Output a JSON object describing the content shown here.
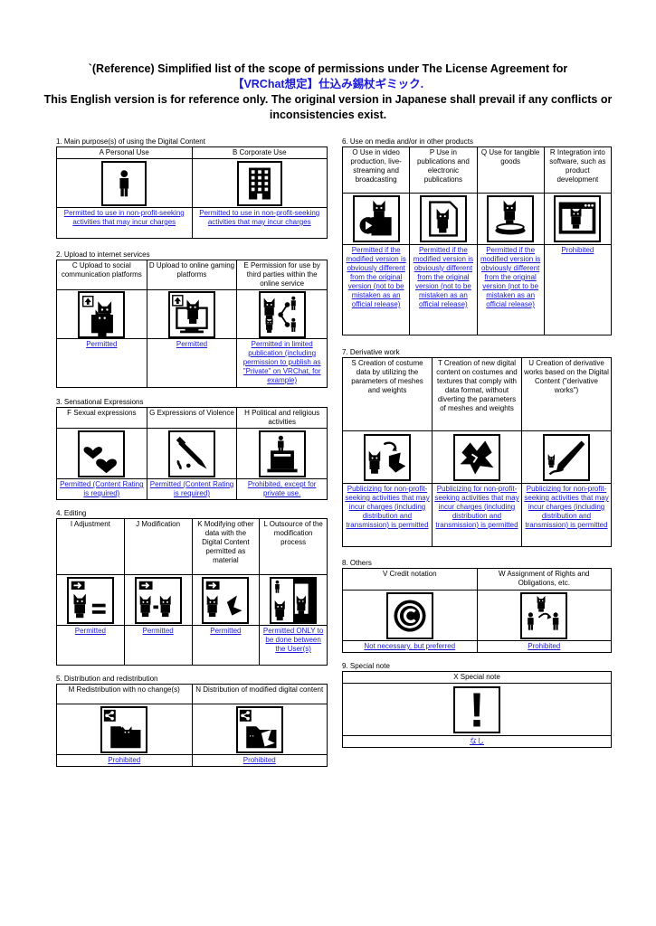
{
  "header": {
    "line1": "`(Reference) Simplified list of the scope of permissions under The License Agreement for",
    "line2": "【VRChat想定】仕込み錫杖ギミック.",
    "line3": "This English version is for reference only. The original version in Japanese shall prevail if any conflicts or",
    "line4": "inconsistencies exist."
  },
  "s1": {
    "label": "1. Main purpose(s) of using the Digital Content",
    "cols": [
      {
        "head": "A Personal Use",
        "perm": "Permitted to use in non-profit-seeking activities that may incur charges",
        "icon": "person-icon"
      },
      {
        "head": "B  Corporate Use",
        "perm": "Permitted to use in non-profit-seeking activities that may incur charges",
        "icon": "building-icon"
      }
    ]
  },
  "s2": {
    "label": "2. Upload to internet services",
    "cols": [
      {
        "head": "C Upload to social communication platforms",
        "perm": "Permitted",
        "icon": "upload-avatar-icon"
      },
      {
        "head": "D Upload to online gaming platforms",
        "perm": "Permitted",
        "icon": "upload-monitor-icon"
      },
      {
        "head": "E Permission for use by third parties within the online service",
        "perm": "Permitted in limited publication (including permission to publish as \"Private\" on VRChat, for example)",
        "icon": "share-users-icon"
      }
    ]
  },
  "s3": {
    "label": "3. Sensational Expressions",
    "cols": [
      {
        "head": "F Sexual expressions",
        "perm": "Permitted (Content Rating is required)",
        "icon": "hearts-icon"
      },
      {
        "head": "G Expressions of Violence",
        "perm": "Permitted (Content Rating is required)",
        "icon": "knife-icon"
      },
      {
        "head": "H Political and religious activities",
        "perm": "Prohibited, except for private use.",
        "icon": "podium-icon"
      }
    ]
  },
  "s4": {
    "label": "4. Editing",
    "cols": [
      {
        "head": "I Adjustment",
        "perm": "Permitted",
        "icon": "adjust-icon"
      },
      {
        "head": "J Modification",
        "perm": "Permitted",
        "icon": "modify-icon"
      },
      {
        "head": "K Modifying other data with the Digital Content permitted as material",
        "perm": "Permitted",
        "icon": "combine-icon"
      },
      {
        "head": "L Outsource of the modification process",
        "perm": "Permitted ONLY to be done between the User(s)",
        "icon": "outsource-icon"
      }
    ]
  },
  "s5": {
    "label": "5. Distribution and redistribution",
    "cols": [
      {
        "head": "M Redistribution with no change(s)",
        "perm": "Prohibited",
        "icon": "redistribute-icon"
      },
      {
        "head": "N Distribution of modified digital content",
        "perm": "Prohibited",
        "icon": "distribute-modified-icon"
      }
    ]
  },
  "s6": {
    "label": "6. Use on media and/or in other products",
    "cols": [
      {
        "head": "O Use in video production, live-streaming and broadcasting",
        "perm": "Permitted if the modified version is obviously different from the original version (not to be mistaken as an official release)",
        "icon": "video-icon"
      },
      {
        "head": "P Use in publications and electronic publications",
        "perm": "Permitted if the modified version is obviously different from the original version (not to be mistaken as an official release)",
        "icon": "publication-icon"
      },
      {
        "head": "Q Use for tangible goods",
        "perm": "Permitted if the modified version is obviously different from the original version (not to be mistaken as an official release)",
        "icon": "figure-icon"
      },
      {
        "head": "R Integration into software, such as product development",
        "perm": "Prohibited",
        "icon": "software-icon"
      }
    ]
  },
  "s7": {
    "label": "7. Derivative work",
    "cols": [
      {
        "head": "S Creation of costume data by utilizing the parameters of meshes and weights",
        "perm": "Publicizing for non-profit-seeking activities that may incur charges (including distribution and transmission) is permitted",
        "icon": "costume-icon"
      },
      {
        "head": "T Creation of new digital content on costumes and textures that comply with data format, without diverting the parameters of meshes and weights",
        "perm": "Publicizing for non-profit-seeking activities that may incur charges (including distribution and transmission) is permitted",
        "icon": "texture-icon"
      },
      {
        "head": "U Creation of derivative works based on the Digital Content (\"derivative works\")",
        "perm": "Publicizing for non-profit-seeking activities that may incur charges (including distribution and transmission) is permitted",
        "icon": "pen-icon"
      }
    ]
  },
  "s8": {
    "label": "8. Others",
    "cols": [
      {
        "head": "V Credit notation",
        "perm": "Not necessary, but preferred",
        "icon": "copyright-icon"
      },
      {
        "head": "W Assignment of Rights and Obligations, etc.",
        "perm": "Prohibited",
        "icon": "transfer-icon"
      }
    ]
  },
  "s9": {
    "label": "9. Special note",
    "head": "X Special note",
    "perm": "なし",
    "icon": "exclamation-icon"
  },
  "colors": {
    "permitted_text": "#1a1ad6",
    "border": "#000000"
  }
}
